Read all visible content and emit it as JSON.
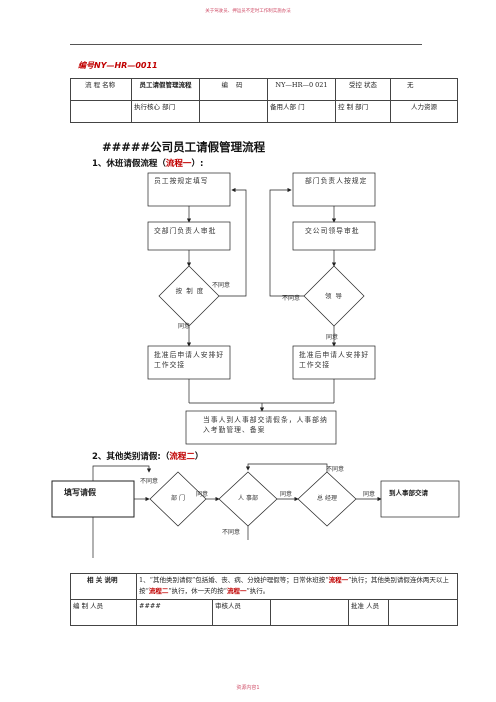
{
  "header_note": "关于驾驶员、押运员不定时工作制实施办法",
  "doc_number": "编号NY—HR—0011",
  "info_table": {
    "process_name_label": "流 程 名称",
    "process_name_value": "员工请假管理流程",
    "code_label": "编 码",
    "code_value": "NY—HR—0 021",
    "controlled_label": "受控 状态",
    "controlled_value": "无",
    "exec_dept_label": "执行核心 部门",
    "backup_dept_label": "备用人部 门",
    "control_dept_label": "控 制 部门",
    "control_dept_value": "人力资源"
  },
  "title": "#####公司员工请假管理流程",
  "flow1": {
    "heading_prefix": "1、休班请假流程（",
    "heading_red": "流程一",
    "heading_suffix": "）:",
    "box_apply": "员工按规定填写",
    "box_dept_head": "交部门负责人审批",
    "diamond_left": "按 制 度",
    "label_agree_left": "同意",
    "label_disagree_left": "不同意",
    "box_approved_left": "批准后申请人安排好工作交接",
    "box_dept_head_fill": "部门负责人按规定",
    "box_leader": "交公司领导审批",
    "diamond_right": "领 导",
    "label_disagree_right": "不同意",
    "label_agree_right": "同意",
    "box_approved_right": "批准后申请人安排好工作交接",
    "box_hr": "当事人到人事部交请假条，人事部纳入考勤管理、备案"
  },
  "flow2": {
    "heading_prefix": "2、其他类别请假:（",
    "heading_red": "流程二",
    "heading_suffix": "）",
    "box_start": "填写请假",
    "diamond_dept": "部 门",
    "diamond_hr": "人 事部",
    "diamond_gm": "总 经理",
    "box_end": "到人事部交请",
    "agree1": "同意",
    "agree2": "同意",
    "agree3": "同意",
    "disagree_top_left": "不同意",
    "disagree_top_right": "不同意",
    "disagree_bottom": "不同意"
  },
  "notes_table": {
    "related_label": "相 关 说明",
    "related_text_1": "1、“其他类别请假”包括婚、丧、病、分娩护理假等；日常休班按“",
    "related_red_1": "流程一",
    "related_text_2": "”执行；其他类别请假连休两天以上按“",
    "related_red_2": "流程二",
    "related_text_3": "”执行，休一天的按“",
    "related_red_3": "流程一",
    "related_text_4": "”执行。",
    "author_label": "编 制 人员",
    "author_value": "####",
    "reviewer_label": "审核人员",
    "approver_label": "批准 人员"
  },
  "footer": "资源内容1"
}
